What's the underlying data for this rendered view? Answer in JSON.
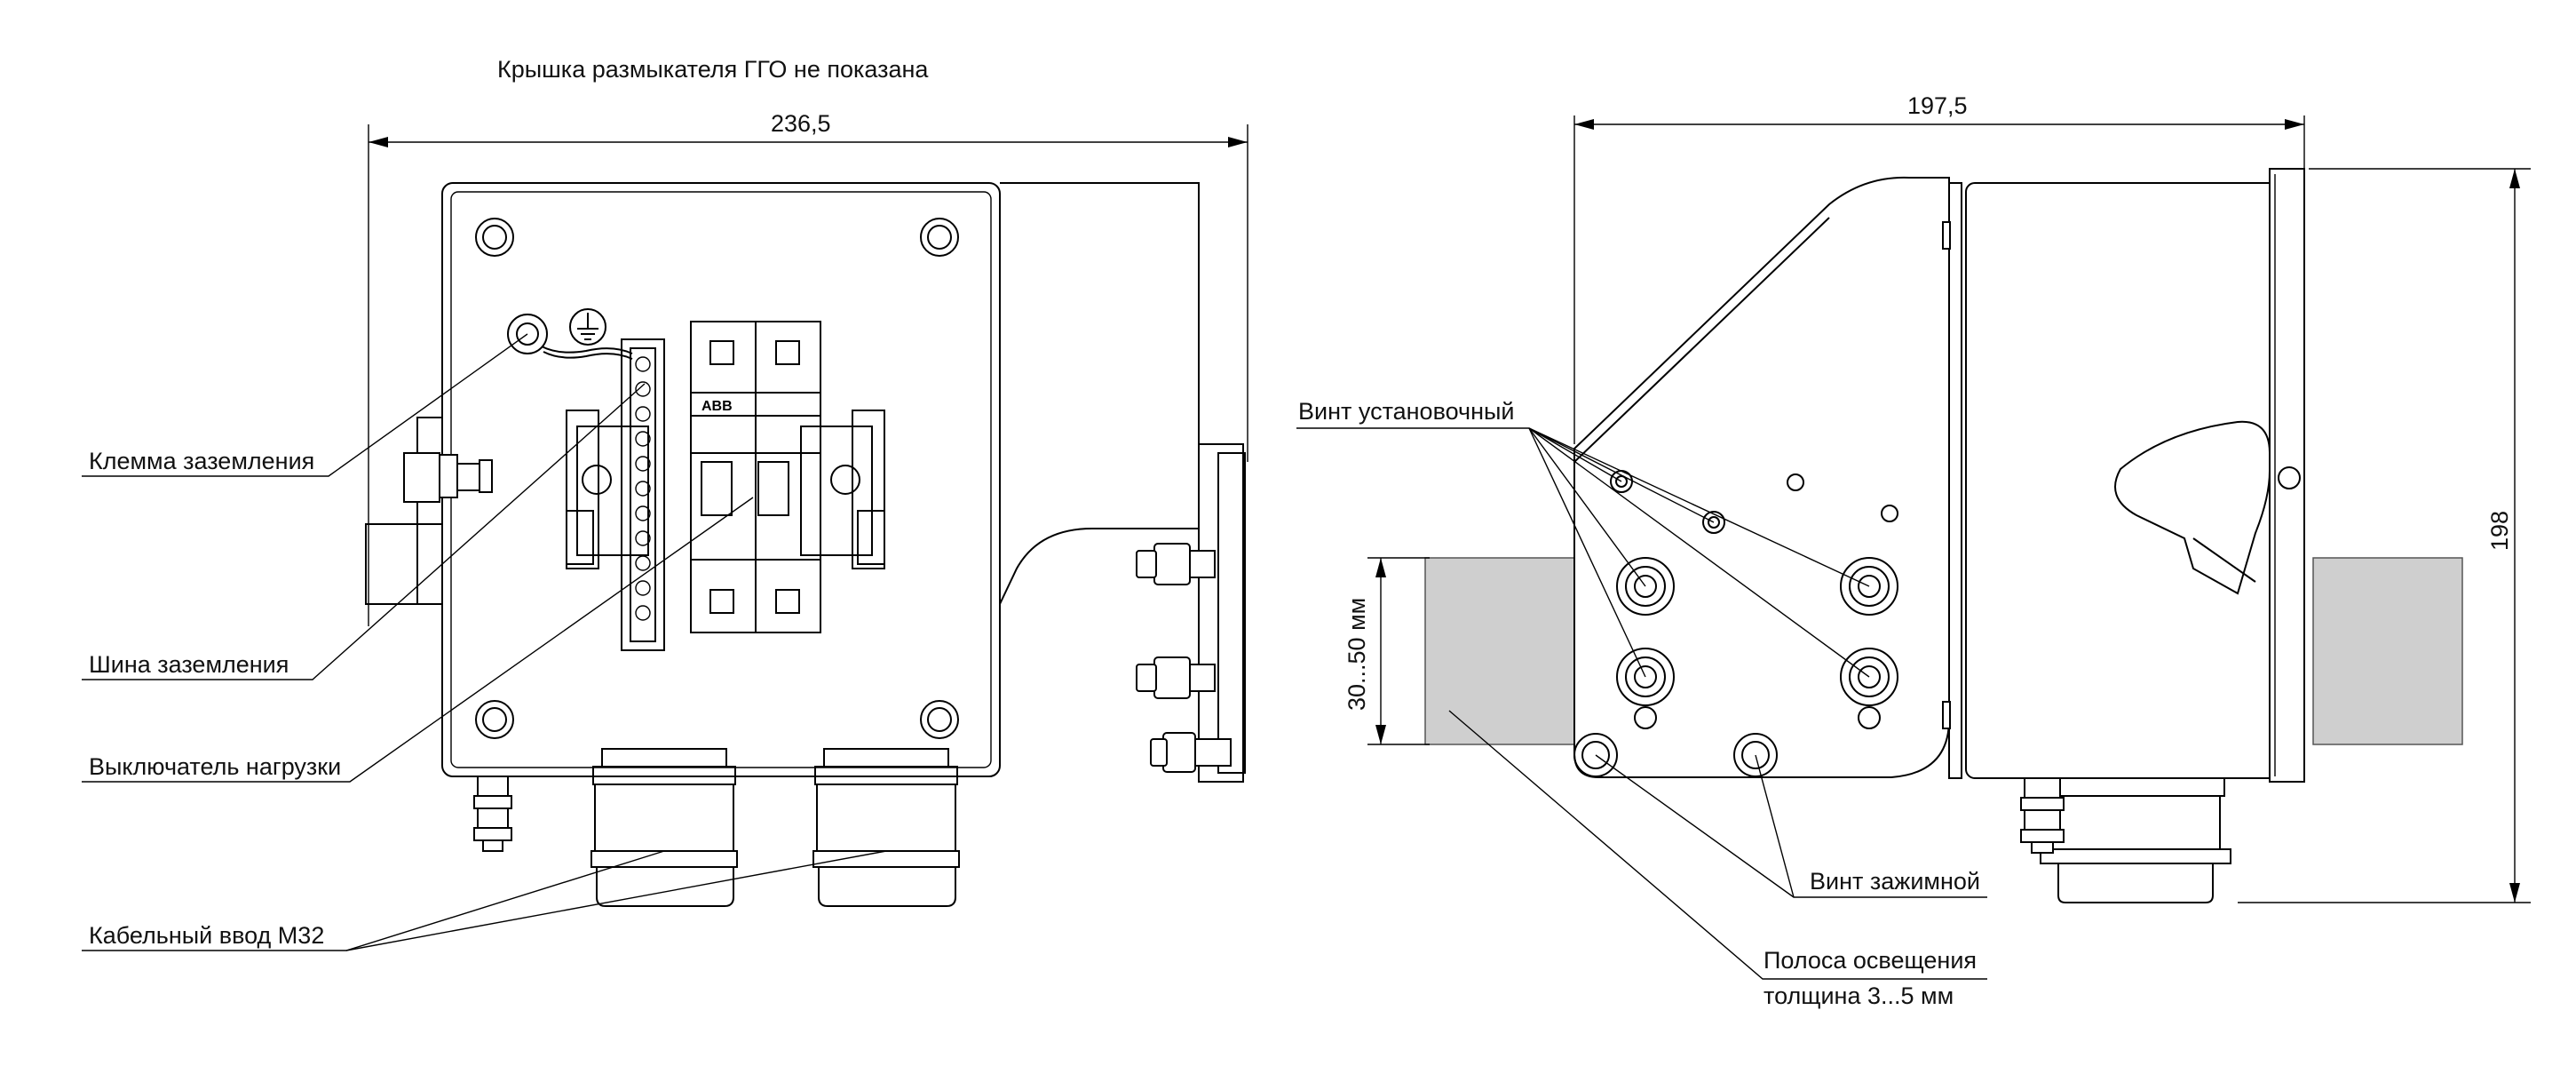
{
  "header": {
    "note": "Крышка размыкателя ГГО не показана"
  },
  "dimensions": {
    "front_width": "236,5",
    "side_width": "197,5",
    "height": "198",
    "strip_height": "30...50 мм"
  },
  "callouts": {
    "ground_terminal": "Клемма заземления",
    "ground_bus": "Шина заземления",
    "load_switch": "Выключатель нагрузки",
    "cable_entry": "Кабельный ввод М32",
    "set_screw": "Винт установочный",
    "clamp_screw": "Винт зажимной",
    "light_strip_line1": "Полоса освещения",
    "light_strip_line2": "толщина 3...5 мм"
  },
  "breaker_brand": "ABB"
}
